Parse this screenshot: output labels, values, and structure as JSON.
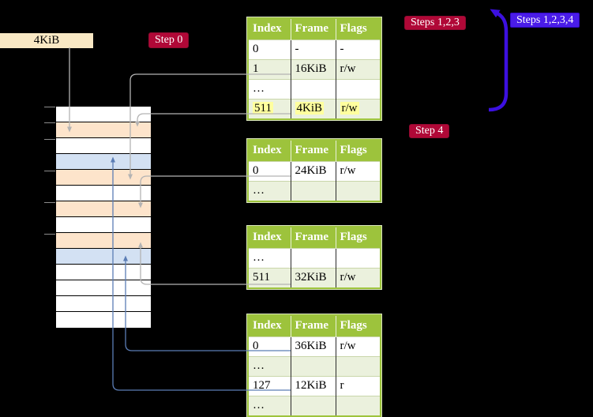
{
  "colors": {
    "background": "#000000",
    "accent_red": "#b00837",
    "accent_blue": "#4a1ce8",
    "table_header_green": "#9dc33c",
    "table_row_green": "#ebf1dd",
    "highlight_yellow": "#ffff9e",
    "memory_white": "#ffffff",
    "memory_peach": "#fde4cb",
    "memory_blue": "#d3e1f3",
    "connector_gray": "#b3b3b3",
    "connector_blue": "#5b7db5",
    "arrow_blue_thick": "#3c10e0",
    "mem_box_bg": "#f9e8c4",
    "tick_gray": "#8c8c8c"
  },
  "labels": {
    "memory_box": "4KiB",
    "step0": "Step 0",
    "steps123": "Steps 1,2,3",
    "steps1234": "Steps 1,2,3,4",
    "step4": "Step 4"
  },
  "tables": [
    {
      "name": "page-table-level-4",
      "headers": [
        "Index",
        "Frame",
        "Flags"
      ],
      "rows": [
        {
          "cells": [
            "0",
            "-",
            "-"
          ],
          "shade": false,
          "highlight": false
        },
        {
          "cells": [
            "1",
            "16KiB",
            "r/w"
          ],
          "shade": true,
          "highlight": false
        },
        {
          "cells": [
            "…",
            "",
            ""
          ],
          "shade": false,
          "highlight": false
        },
        {
          "cells": [
            "511",
            "4KiB",
            "r/w"
          ],
          "shade": true,
          "highlight": true
        }
      ]
    },
    {
      "name": "page-table-level-3",
      "headers": [
        "Index",
        "Frame",
        "Flags"
      ],
      "rows": [
        {
          "cells": [
            "0",
            "24KiB",
            "r/w"
          ],
          "shade": false,
          "highlight": false
        },
        {
          "cells": [
            "…",
            "",
            ""
          ],
          "shade": true,
          "highlight": false
        }
      ]
    },
    {
      "name": "page-table-level-2",
      "headers": [
        "Index",
        "Frame",
        "Flags"
      ],
      "rows": [
        {
          "cells": [
            "…",
            "",
            ""
          ],
          "shade": false,
          "highlight": false
        },
        {
          "cells": [
            "511",
            "32KiB",
            "r/w"
          ],
          "shade": true,
          "highlight": false
        }
      ]
    },
    {
      "name": "page-table-level-1",
      "headers": [
        "Index",
        "Frame",
        "Flags"
      ],
      "rows": [
        {
          "cells": [
            "0",
            "36KiB",
            "r/w"
          ],
          "shade": false,
          "highlight": false
        },
        {
          "cells": [
            "…",
            "",
            ""
          ],
          "shade": true,
          "highlight": false
        },
        {
          "cells": [
            "127",
            "12KiB",
            "r"
          ],
          "shade": false,
          "highlight": false
        },
        {
          "cells": [
            "…",
            "",
            ""
          ],
          "shade": true,
          "highlight": false
        }
      ]
    }
  ],
  "memory_stack": {
    "rows": [
      "white",
      "peach",
      "white",
      "blue",
      "peach",
      "white",
      "peach",
      "white",
      "peach",
      "blue",
      "white",
      "white",
      "white",
      "white"
    ]
  }
}
